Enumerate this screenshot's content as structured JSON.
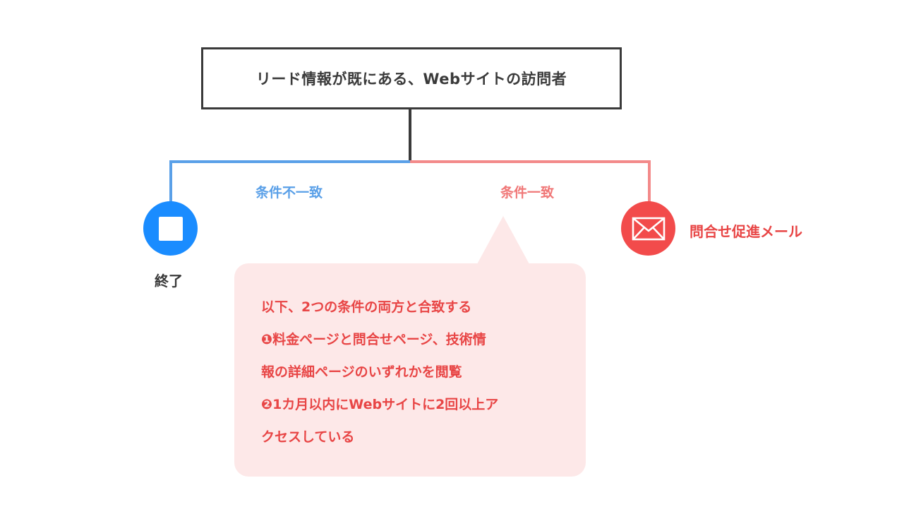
{
  "root": {
    "label": "リード情報が既にある、Webサイトの訪問者"
  },
  "branches": {
    "no_match": {
      "label": "条件不一致",
      "color": "#5aa0e8",
      "node_label": "終了",
      "node_icon": "stop-square-icon",
      "node_color": "#1a8cff"
    },
    "match": {
      "label": "条件一致",
      "color": "#f38a8a",
      "node_label": "問合せ促進メール",
      "node_icon": "envelope-icon",
      "node_color": "#f24b4b"
    }
  },
  "condition_bubble": {
    "lines": [
      "以下、2つの条件の両方と合致する",
      "❶料金ページと問合せページ、技術情",
      "報の詳細ページのいずれかを閲覧",
      "❷1カ月以内にWebサイトに2回以上ア",
      "クセスしている"
    ],
    "text_color": "#e84545",
    "background_color": "#fde8e8"
  },
  "colors": {
    "root_border": "#3a3a3a",
    "end_label": "#3a3a3a",
    "mail_label": "#e84545"
  }
}
